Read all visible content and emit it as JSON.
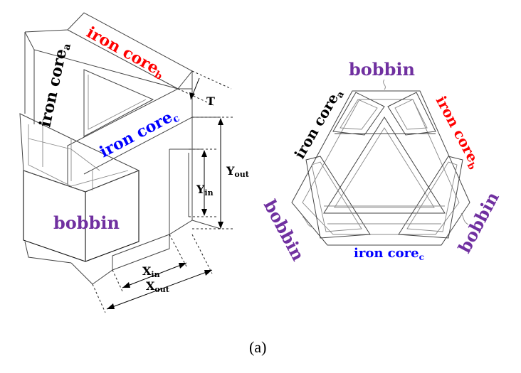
{
  "colors": {
    "black": "#000000",
    "red": "#ff0000",
    "blue": "#0000ff",
    "purple": "#7030a0"
  },
  "left_view": {
    "iron_core_a": {
      "main": "iron core",
      "sub": "a"
    },
    "iron_core_b": {
      "main": "iron core",
      "sub": "b"
    },
    "iron_core_c": {
      "main": "iron core",
      "sub": "c"
    },
    "bobbin": "bobbin",
    "dims": {
      "T": "T",
      "Y_out": {
        "main": "Y",
        "sub": "out"
      },
      "Y_in": {
        "main": "Y",
        "sub": "in"
      },
      "X_in": {
        "main": "X",
        "sub": "in"
      },
      "X_out": {
        "main": "X",
        "sub": "out"
      }
    }
  },
  "right_view": {
    "bobbin_top": "bobbin",
    "bobbin_left": "bobbin",
    "bobbin_right": "bobbin",
    "iron_core_a": {
      "main": "iron core",
      "sub": "a"
    },
    "iron_core_b": {
      "main": "iron core",
      "sub": "b"
    },
    "iron_core_c": {
      "main": "iron core",
      "sub": "c"
    }
  },
  "caption": "(a)"
}
